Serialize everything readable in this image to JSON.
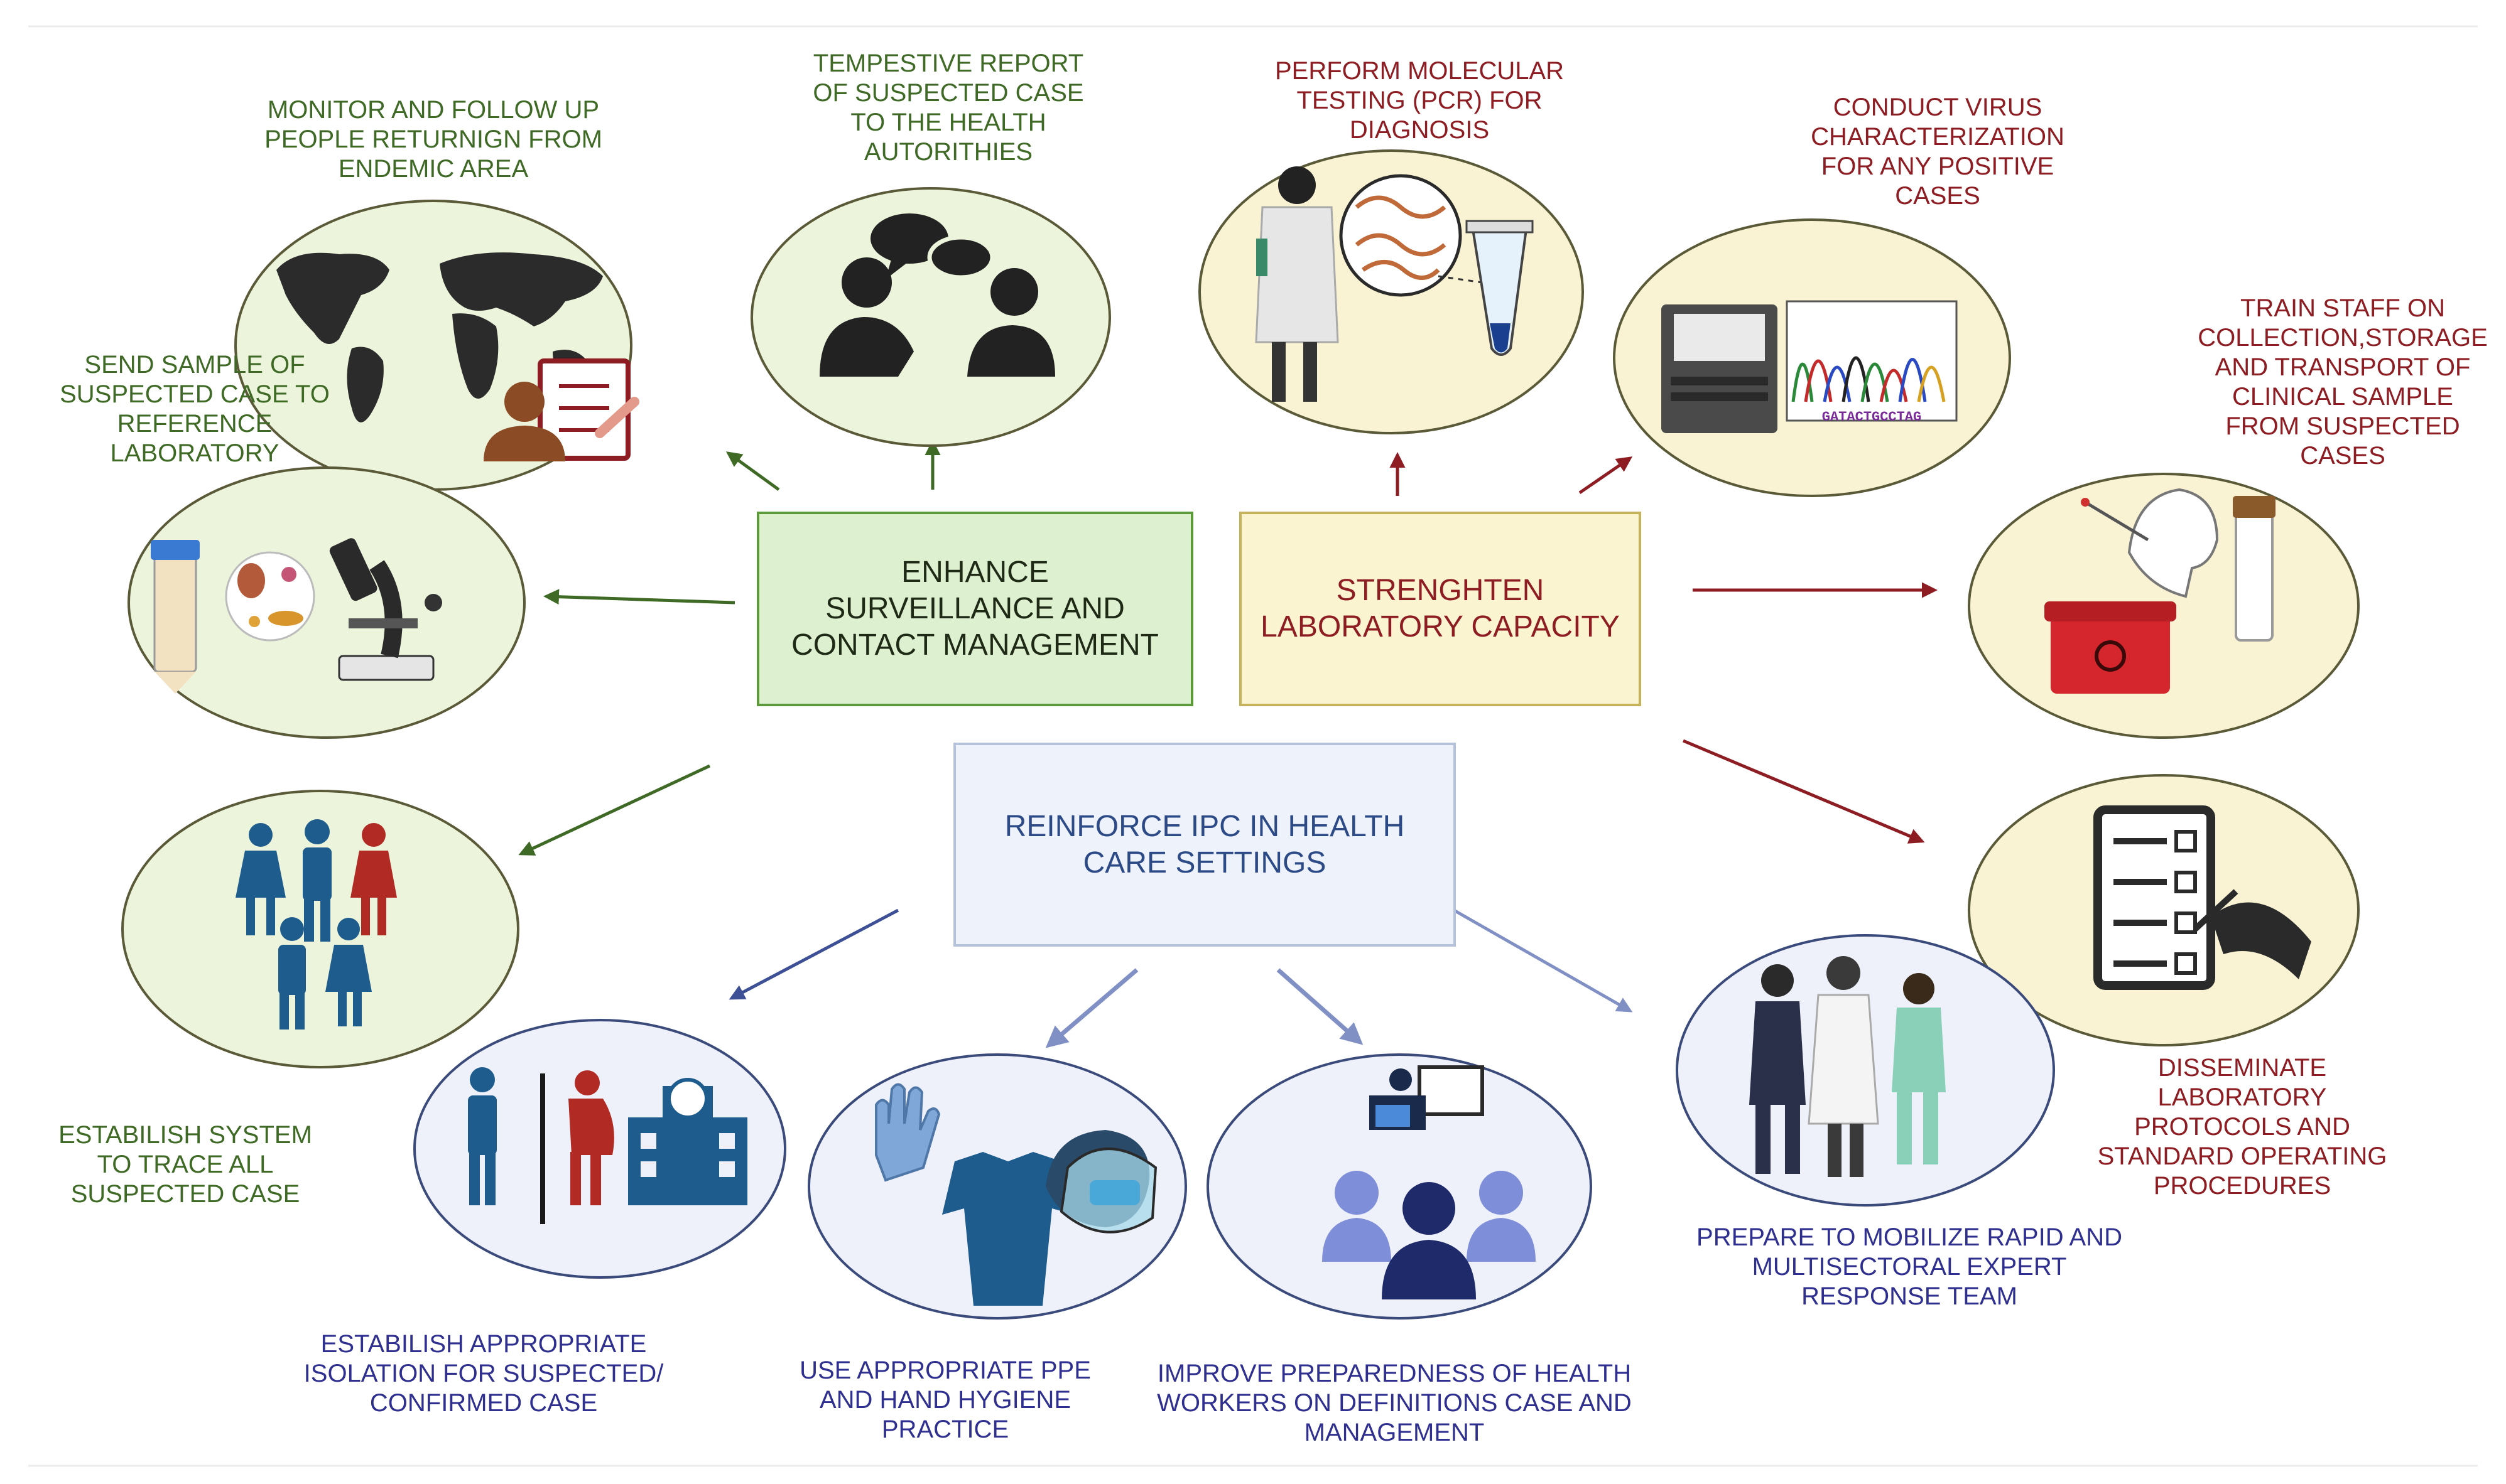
{
  "hubs": {
    "surveillance": "ENHANCE\nSURVEILLANCE AND\nCONTACT MANAGEMENT",
    "laboratory": "STRENGHTEN\nLABORATORY CAPACITY",
    "ipc": "REINFORCE IPC IN HEALTH\nCARE SETTINGS"
  },
  "captions": {
    "monitor_follow_up": "MONITOR AND FOLLOW UP\nPEOPLE RETURNIGN FROM\nENDEMIC AREA",
    "tempestive_report": "TEMPESTIVE REPORT\nOF SUSPECTED CASE\nTO THE HEALTH\nAUTORITHIES",
    "send_sample": "SEND SAMPLE OF\nSUSPECTED CASE TO\nREFERENCE\nLABORATORY",
    "trace_system": "ESTABILISH SYSTEM\nTO TRACE ALL\nSUSPECTED CASE",
    "molecular_testing": "PERFORM MOLECULAR\nTESTING (PCR) FOR\nDIAGNOSIS",
    "virus_characterization": "CONDUCT VIRUS\nCHARACTERIZATION\nFOR ANY POSITIVE\nCASES",
    "train_staff": "TRAIN STAFF ON\nCOLLECTION,STORAGE\nAND TRANSPORT OF\nCLINICAL SAMPLE\nFROM SUSPECTED\nCASES",
    "disseminate_protocols": "DISSEMINATE\nLABORATORY\nPROTOCOLS AND\nSTANDARD OPERATING\nPROCEDURES",
    "isolation": "ESTABILISH APPROPRIATE\nISOLATION FOR SUSPECTED/\nCONFIRMED CASE",
    "ppe_hygiene": "USE APPROPRIATE PPE\nAND HAND HYGIENE\nPRACTICE",
    "preparedness": "IMPROVE PREPAREDNESS OF HEALTH\nWORKERS ON DEFINITIONS CASE AND\nMANAGEMENT",
    "expert_team": "PREPARE TO MOBILIZE RAPID AND\nMULTISECTORAL EXPERT\nRESPONSE TEAM"
  },
  "dna_letters": "GATACTGCCTAG",
  "colors": {
    "surveillance_green": "#3f6a26",
    "laboratory_red": "#8d1d22",
    "ipc_blue": "#2e2f8f",
    "green_fill": "#edf4dc",
    "yellow_fill": "#f9f3d3",
    "blue_fill": "#eef1f9"
  },
  "icons": [
    "world-map-icon",
    "speech-bubbles-icon",
    "scientist-icon",
    "dna-icon",
    "test-tube-icon",
    "sequencer-icon",
    "chromatogram-icon",
    "nasal-swab-icon",
    "biohazard-box-icon",
    "sample-tube-icon",
    "checklist-icon",
    "microscope-icon",
    "bacteria-icon",
    "people-group-icon",
    "isolation-icon",
    "hospital-icon",
    "glove-icon",
    "gown-icon",
    "face-shield-icon",
    "training-icon",
    "audience-icon",
    "businessman-icon",
    "doctor-icon",
    "nurse-icon"
  ]
}
